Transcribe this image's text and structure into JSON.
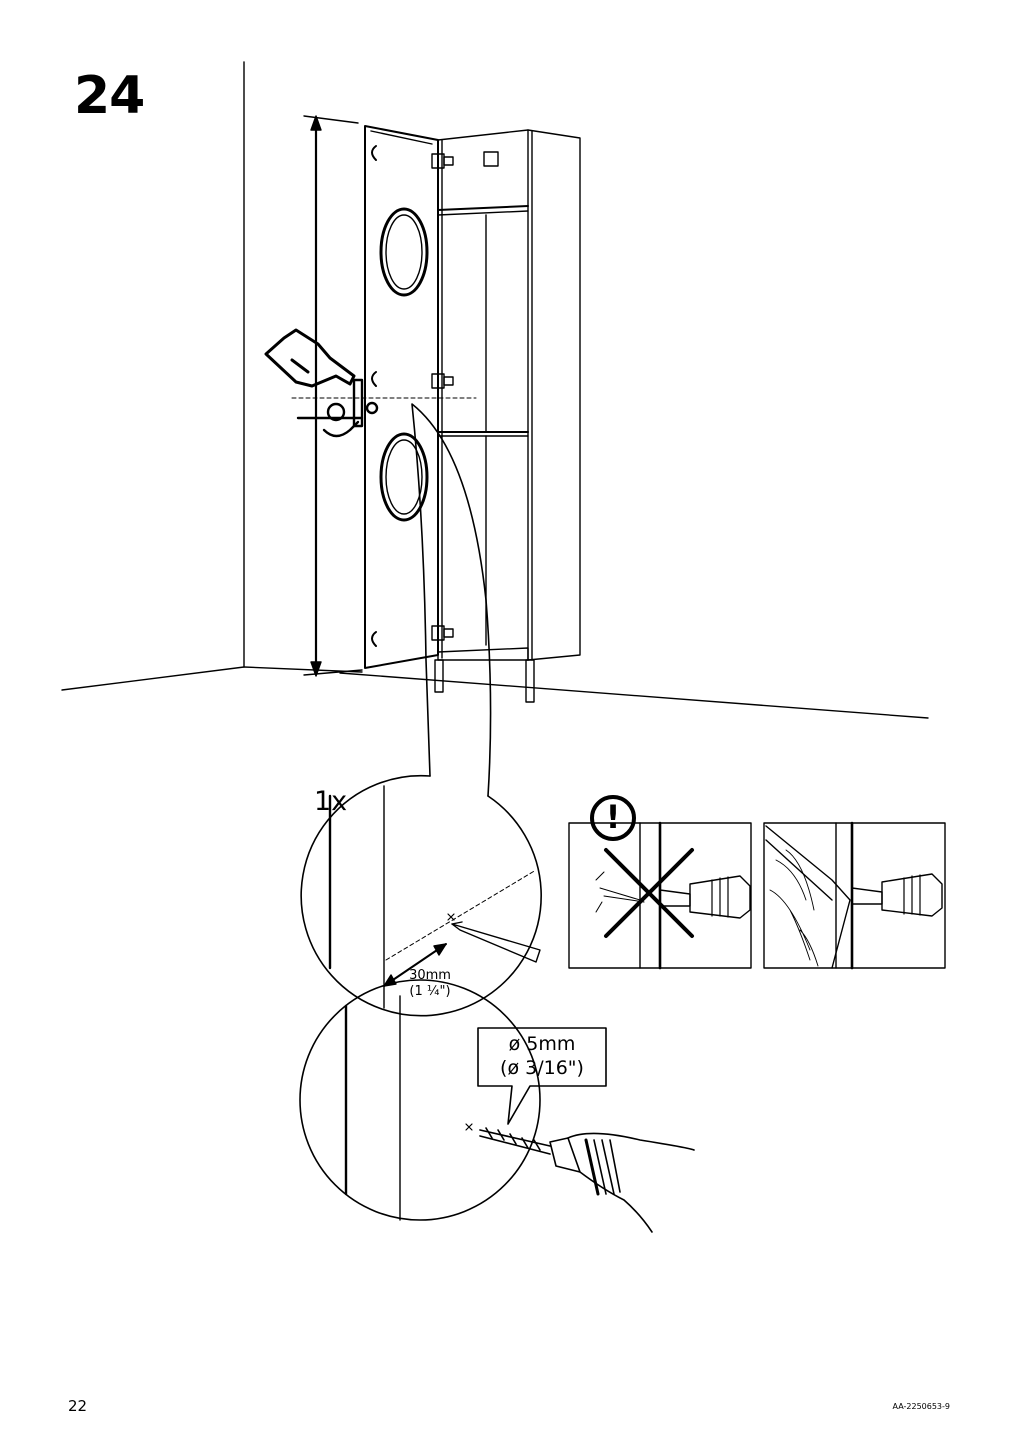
{
  "step": {
    "number": "24"
  },
  "callout": {
    "quantity": "1x",
    "distance_metric": "30mm",
    "distance_imperial": "(1 ¼\")"
  },
  "drill_bit": {
    "diameter_metric": "ø 5mm",
    "diameter_imperial": "(ø 3/16\")"
  },
  "warning": {
    "symbol": "!"
  },
  "footer": {
    "page_number": "22",
    "document_code": "AA-2250653-9"
  },
  "colors": {
    "line": "#000000",
    "background": "#ffffff"
  },
  "icons": [
    "pointing-hand-icon",
    "clamp-icon",
    "hinge-icon",
    "pencil-icon",
    "drill-icon",
    "warning-icon",
    "cross-out-icon"
  ]
}
